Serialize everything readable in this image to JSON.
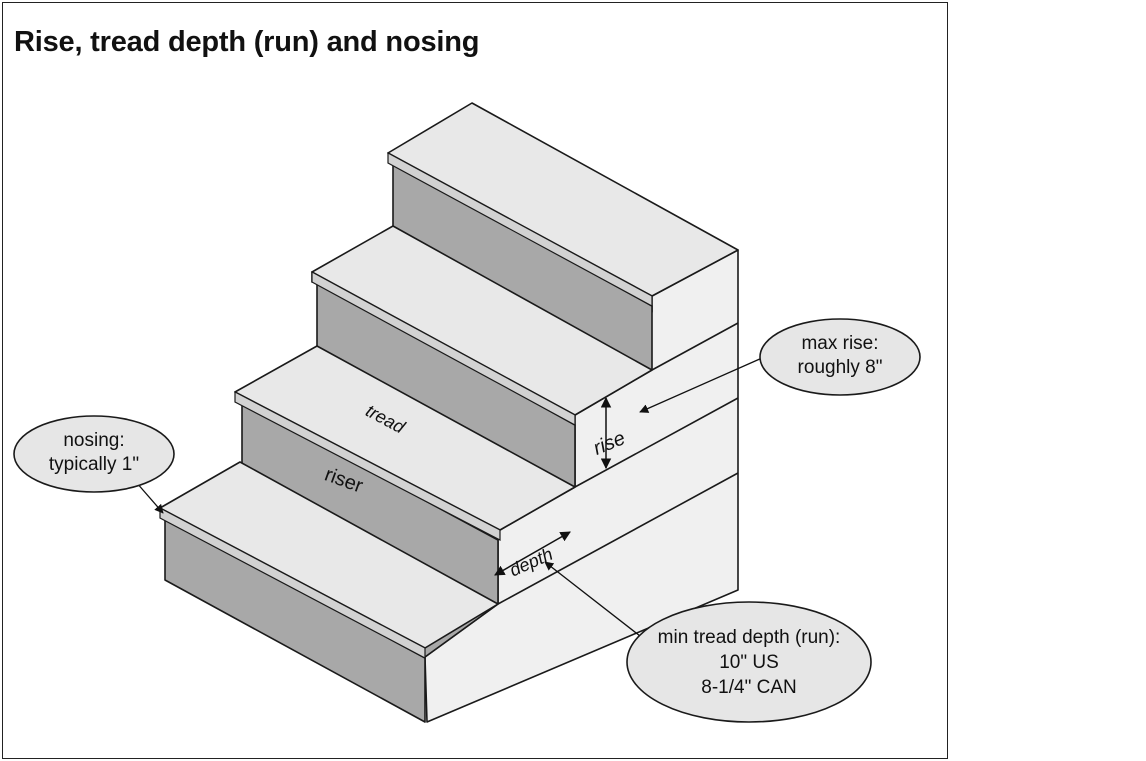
{
  "title": "Rise, tread depth (run) and nosing",
  "labels": {
    "tread": "tread",
    "riser": "riser",
    "rise": "rise",
    "depth": "depth"
  },
  "callouts": {
    "nosing": {
      "line1": "nosing:",
      "line2": "typically 1\""
    },
    "max_rise": {
      "line1": "max rise:",
      "line2": "roughly 8\""
    },
    "min_tread": {
      "line1": "min tread depth (run):",
      "line2": "10\" US",
      "line3": "8-1/4\" CAN"
    }
  },
  "colors": {
    "tread_top": "#e8e8e8",
    "riser_face": "#a8a8a8",
    "side_face": "#f0f0f0",
    "callout_fill": "#e6e6e6",
    "outline": "#1a1a1a"
  }
}
